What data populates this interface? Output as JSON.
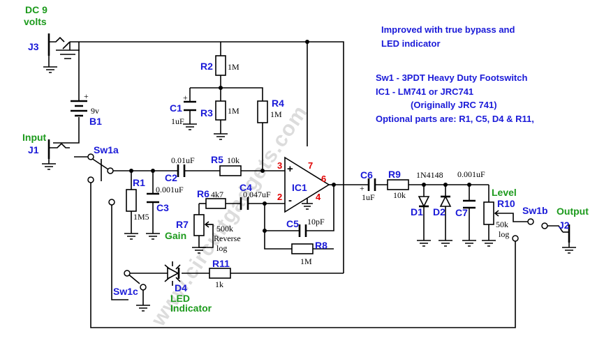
{
  "watermark": "www.circuitgadgets.com",
  "notes": {
    "header_1": "Improved with true bypass and",
    "header_2": "LED indicator",
    "sw1": "Sw1 - 3PDT Heavy Duty Footswitch",
    "ic1": "IC1 - LM741 or JRC741",
    "ic1_orig": "(Originally JRC 741)",
    "optional": "Optional parts are:  R1,  C5, D4 & R11,"
  },
  "labels": {
    "dc_1": "DC 9",
    "dc_2": "volts",
    "input": "Input",
    "output": "Output",
    "gain": "Gain",
    "level": "Level",
    "led_1": "LED",
    "led_2": "Indicator"
  },
  "refs": {
    "J3": "J3",
    "J1": "J1",
    "J2": "J2",
    "B1": "B1",
    "Sw1a": "Sw1a",
    "Sw1b": "Sw1b",
    "Sw1c": "Sw1c",
    "R1": "R1",
    "R2": "R2",
    "R3": "R3",
    "R4": "R4",
    "R5": "R5",
    "R6": "R6",
    "R7": "R7",
    "R8": "R8",
    "R9": "R9",
    "R10": "R10",
    "R11": "R11",
    "C1": "C1",
    "C2": "C2",
    "C3": "C3",
    "C4": "C4",
    "C5": "C5",
    "C6": "C6",
    "C7": "C7",
    "D1": "D1",
    "D2": "D2",
    "D4": "D4",
    "IC1": "IC1"
  },
  "values": {
    "B1": "9v",
    "R1": "1M5",
    "R2": "1M",
    "R3": "1M",
    "R4": "1M",
    "R5": "10k",
    "R6": "4k7",
    "R7_1": "500k",
    "R7_2": "Reverse",
    "R7_3": "log",
    "R8": "1M",
    "R9": "10k",
    "R10_1": "50k",
    "R10_2": "log",
    "R11": "1k",
    "C1": "1uF",
    "C2": "0.01uF",
    "C3": "0.001uF",
    "C4": "0.047uF",
    "C5": "10pF",
    "C6": "1uF",
    "C7": "0.001uF",
    "D1_D2": "1N4148"
  },
  "pins": {
    "p2": "2",
    "p3": "3",
    "p4": "4",
    "p6": "6",
    "p7": "7"
  },
  "signs": {
    "plus": "+",
    "minus": "-"
  }
}
